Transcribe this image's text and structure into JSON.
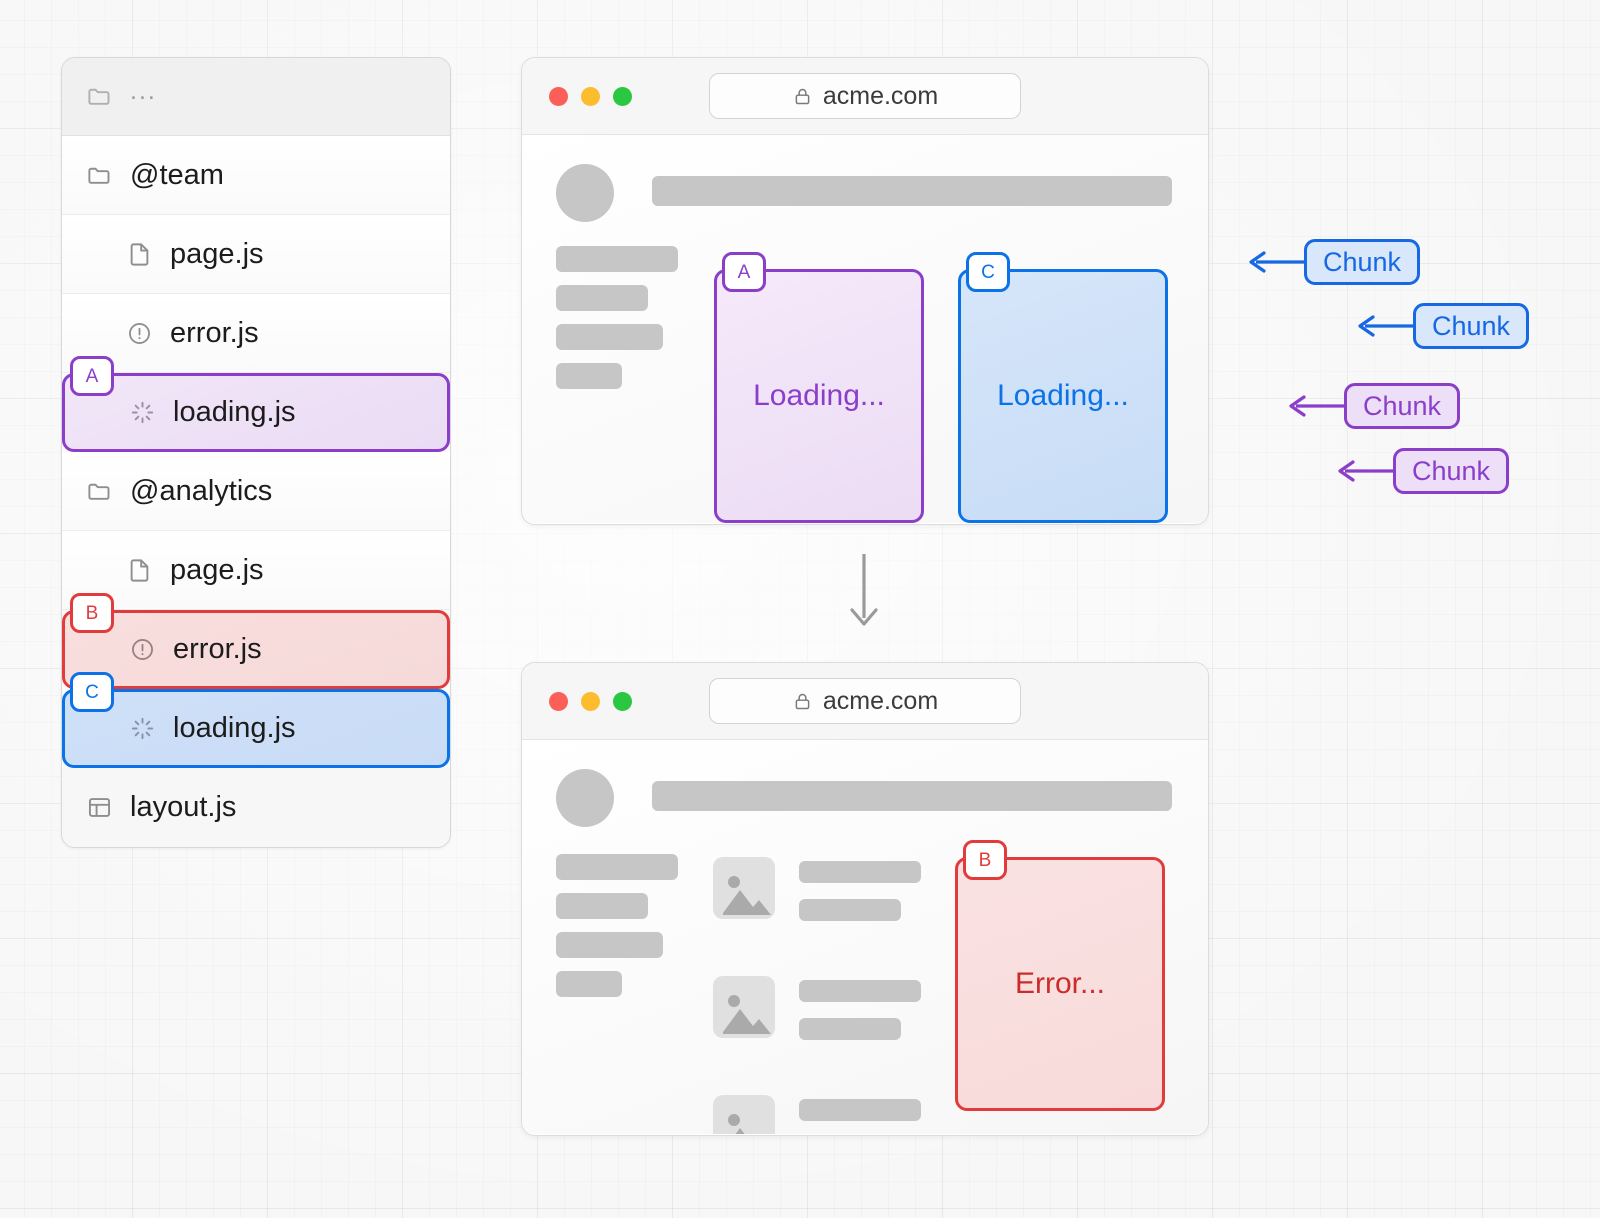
{
  "canvas": {
    "background_color": "#f7f7f7",
    "grid": true
  },
  "colors": {
    "purple": "#8b3fc9",
    "blue": "#0b72e7",
    "red": "#e23b3b",
    "skeleton": "#c6c6c6"
  },
  "file_tree": {
    "root_label": "...",
    "rows": [
      {
        "label": "@team",
        "icon": "folder-icon",
        "type": "folder"
      },
      {
        "label": "page.js",
        "icon": "file-icon",
        "type": "file"
      },
      {
        "label": "error.js",
        "icon": "alert-circle-icon",
        "type": "file"
      },
      {
        "label": "loading.js",
        "icon": "spinner-icon",
        "type": "file",
        "highlight": "purple",
        "badge": "A"
      },
      {
        "label": "@analytics",
        "icon": "folder-icon",
        "type": "folder"
      },
      {
        "label": "page.js",
        "icon": "file-icon",
        "type": "file"
      },
      {
        "label": "error.js",
        "icon": "alert-circle-icon",
        "type": "file",
        "highlight": "red",
        "badge": "B"
      },
      {
        "label": "loading.js",
        "icon": "spinner-icon",
        "type": "file",
        "highlight": "blue",
        "badge": "C"
      },
      {
        "label": "layout.js",
        "icon": "layout-icon",
        "type": "folder"
      }
    ]
  },
  "browser_top": {
    "url": "acme.com",
    "lock_icon": "lock-icon",
    "traffic_lights": [
      "red",
      "yellow",
      "green"
    ],
    "boxes": [
      {
        "label": "Loading...",
        "color": "purple",
        "badge": "A"
      },
      {
        "label": "Loading...",
        "color": "blue",
        "badge": "C"
      }
    ]
  },
  "browser_bottom": {
    "url": "acme.com",
    "lock_icon": "lock-icon",
    "traffic_lights": [
      "red",
      "yellow",
      "green"
    ],
    "boxes": [
      {
        "label": "Error...",
        "color": "red",
        "badge": "B"
      }
    ]
  },
  "chunks": [
    {
      "label": "Chunk",
      "color": "blue"
    },
    {
      "label": "Chunk",
      "color": "blue"
    },
    {
      "label": "Chunk",
      "color": "purple"
    },
    {
      "label": "Chunk",
      "color": "purple"
    }
  ],
  "flow": {
    "arrow_direction": "down",
    "arrow_color": "#9a9a9a"
  }
}
